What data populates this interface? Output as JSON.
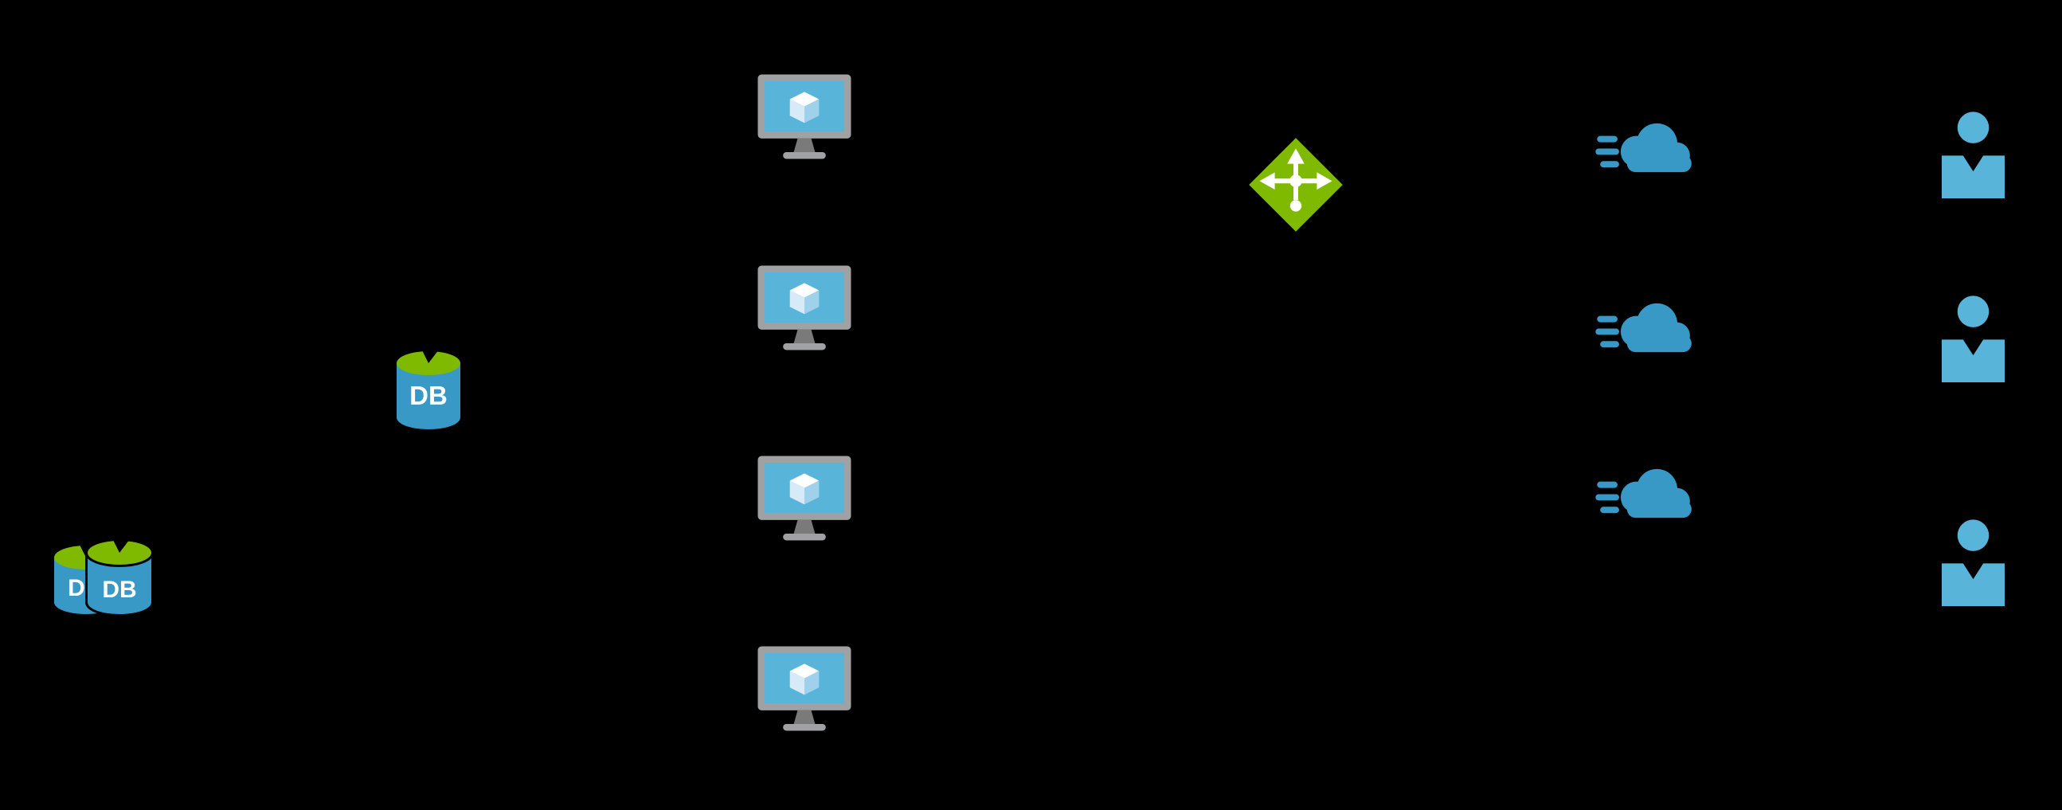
{
  "diagram": {
    "type": "azure-architecture-diagram",
    "background_color": "#000000",
    "nodes": {
      "database_stack": {
        "type": "sql-database-stack",
        "back_label": "D",
        "front_label": "DB"
      },
      "database": {
        "type": "sql-database",
        "label": "DB"
      },
      "virtual_machines": {
        "type": "virtual-machine",
        "count": 4
      },
      "load_balancer": {
        "type": "load-balancer",
        "count": 1
      },
      "cdn_clouds": {
        "type": "cdn-cloud",
        "count": 3
      },
      "users": {
        "type": "user",
        "count": 3
      }
    },
    "colors": {
      "db_blue": "#3999C6",
      "db_green": "#7FBA00",
      "vm_frame": "#A0A1A2",
      "vm_screen": "#59B4D9",
      "cube_white": "#FFFFFF",
      "lb_green": "#7FBA00",
      "cloud_blue": "#3999C6",
      "user_blue": "#59B4D9",
      "label_white": "#FFFFFF"
    }
  }
}
